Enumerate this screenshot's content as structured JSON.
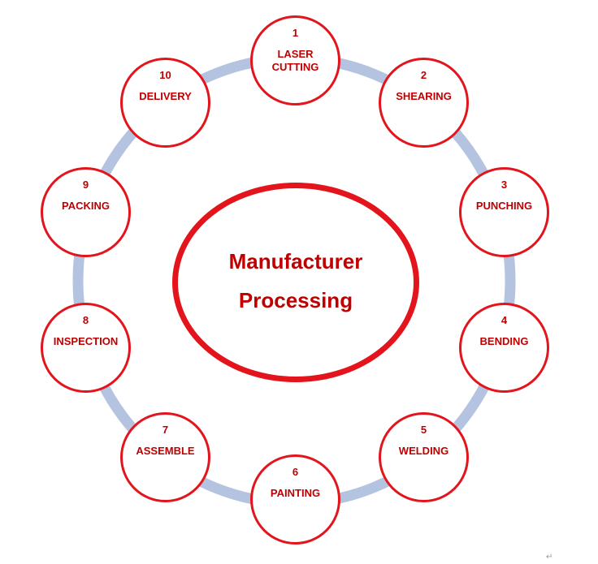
{
  "diagram": {
    "center_title_line1": "Manufacturer",
    "center_title_line2": "Processing",
    "colors": {
      "accent": "#e3141b",
      "text": "#c00000",
      "ring": "#b4c3df"
    },
    "steps": [
      {
        "number": "1",
        "label": "LASER",
        "label2": "CUTTING"
      },
      {
        "number": "2",
        "label": "SHEARING"
      },
      {
        "number": "3",
        "label": "PUNCHING"
      },
      {
        "number": "4",
        "label": "BENDING"
      },
      {
        "number": "5",
        "label": "WELDING"
      },
      {
        "number": "6",
        "label": "PAINTING"
      },
      {
        "number": "7",
        "label": "ASSEMBLE"
      },
      {
        "number": "8",
        "label": "INSPECTION"
      },
      {
        "number": "9",
        "label": "PACKING"
      },
      {
        "number": "10",
        "label": "DELIVERY"
      }
    ]
  },
  "footer": {
    "return_mark": "↵"
  }
}
